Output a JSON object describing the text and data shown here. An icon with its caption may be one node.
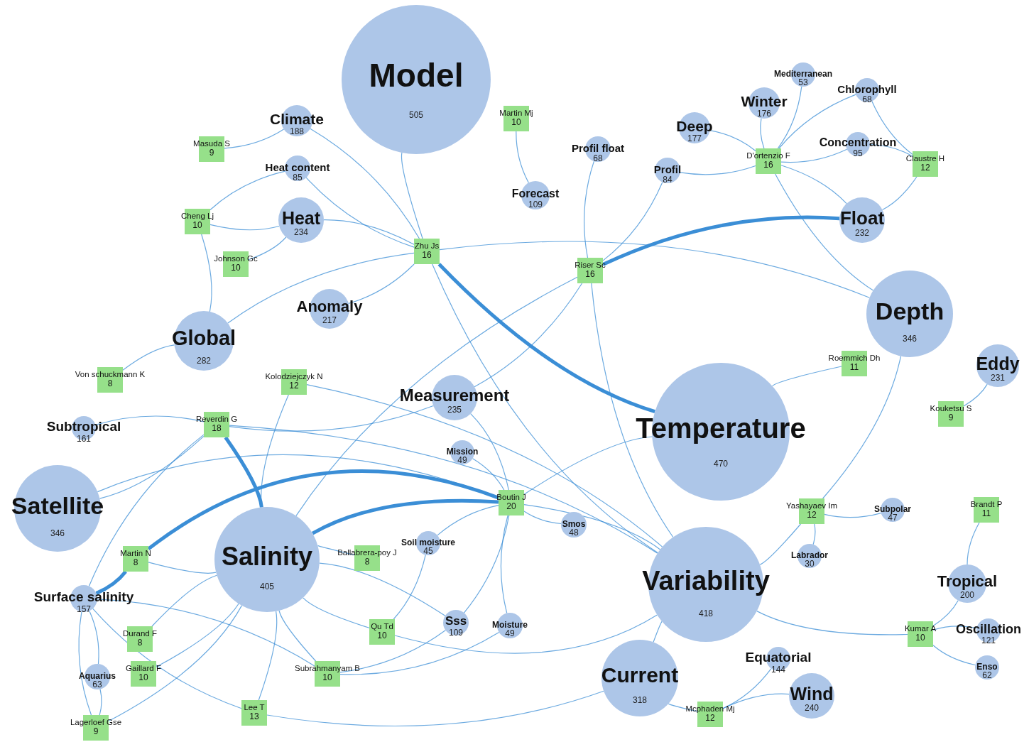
{
  "diagram": {
    "nodes": [
      {
        "text": [
          "Model",
          "505"
        ]
      },
      {
        "text": [
          "Climate",
          "188"
        ]
      },
      {
        "text": [
          "Heat content",
          "85"
        ]
      },
      {
        "text": [
          "Heat",
          "234"
        ]
      },
      {
        "text": [
          "Anomaly",
          "217"
        ]
      },
      {
        "text": [
          "Global",
          "282"
        ]
      },
      {
        "text": [
          "Forecast",
          "109"
        ]
      },
      {
        "text": [
          "Profil float",
          "68"
        ]
      },
      {
        "text": [
          "Profil",
          "84"
        ]
      },
      {
        "text": [
          "Deep",
          "177"
        ]
      },
      {
        "text": [
          "Winter",
          "176"
        ]
      },
      {
        "text": [
          "Mediterranean",
          "53"
        ]
      },
      {
        "text": [
          "Chlorophyll",
          "68"
        ]
      },
      {
        "text": [
          "Concentration",
          "95"
        ]
      },
      {
        "text": [
          "Float",
          "232"
        ]
      },
      {
        "text": [
          "Depth",
          "346"
        ]
      },
      {
        "text": [
          "Eddy",
          "231"
        ]
      },
      {
        "text": [
          "Temperature",
          "470"
        ]
      },
      {
        "text": [
          "Measurement",
          "235"
        ]
      },
      {
        "text": [
          "Mission",
          "49"
        ]
      },
      {
        "text": [
          "Subtropical",
          "161"
        ]
      },
      {
        "text": [
          "Satellite",
          "346"
        ]
      },
      {
        "text": [
          "Salinity",
          "405"
        ]
      },
      {
        "text": [
          "Surface salinity",
          "157"
        ]
      },
      {
        "text": [
          "Aquarius",
          "63"
        ]
      },
      {
        "text": [
          "Soil moisture",
          "45"
        ]
      },
      {
        "text": [
          "Smos",
          "48"
        ]
      },
      {
        "text": [
          "Sss",
          "109"
        ]
      },
      {
        "text": [
          "Moisture",
          "49"
        ]
      },
      {
        "text": [
          "Variability",
          "418"
        ]
      },
      {
        "text": [
          "Subpolar",
          "47"
        ]
      },
      {
        "text": [
          "Labrador",
          "30"
        ]
      },
      {
        "text": [
          "Tropical",
          "200"
        ]
      },
      {
        "text": [
          "Oscillation",
          "121"
        ]
      },
      {
        "text": [
          "Enso",
          "62"
        ]
      },
      {
        "text": [
          "Current",
          "318"
        ]
      },
      {
        "text": [
          "Equatorial",
          "144"
        ]
      },
      {
        "text": [
          "Wind",
          "240"
        ]
      },
      {
        "text": [
          "Masuda S",
          "9"
        ]
      },
      {
        "text": [
          "Martin Mj",
          "10"
        ]
      },
      {
        "text": [
          "Cheng Lj",
          "10"
        ]
      },
      {
        "text": [
          "Johnson Gc",
          "10"
        ]
      },
      {
        "text": [
          "Zhu Js",
          "16"
        ]
      },
      {
        "text": [
          "Riser Sc",
          "16"
        ]
      },
      {
        "text": [
          "D'ortenzio F",
          "16"
        ]
      },
      {
        "text": [
          "Claustre H",
          "12"
        ]
      },
      {
        "text": [
          "Von schuckmann K",
          "8"
        ]
      },
      {
        "text": [
          "Kolodziejczyk N",
          "12"
        ]
      },
      {
        "text": [
          "Reverdin G",
          "18"
        ]
      },
      {
        "text": [
          "Roemmich Dh",
          "11"
        ]
      },
      {
        "text": [
          "Kouketsu S",
          "9"
        ]
      },
      {
        "text": [
          "Boutin J",
          "20"
        ]
      },
      {
        "text": [
          "Yashayaev Im",
          "12"
        ]
      },
      {
        "text": [
          "Brandt P",
          "11"
        ]
      },
      {
        "text": [
          "Martin N",
          "8"
        ]
      },
      {
        "text": [
          "Ballabrera-poy J",
          "8"
        ]
      },
      {
        "text": [
          "Durand F",
          "8"
        ]
      },
      {
        "text": [
          "Gaillard F",
          "10"
        ]
      },
      {
        "text": [
          "Qu Td",
          "10"
        ]
      },
      {
        "text": [
          "Subrahmanyam B",
          "10"
        ]
      },
      {
        "text": [
          "Kumar A",
          "10"
        ]
      },
      {
        "text": [
          "Lee T",
          "13"
        ]
      },
      {
        "text": [
          "Mcphaden Mj",
          "12"
        ]
      },
      {
        "text": [
          "Lagerloef Gse",
          "9"
        ]
      }
    ],
    "edges": [
      {
        "from": 42,
        "to": 0,
        "arrow": "none"
      },
      {
        "from": 42,
        "to": 1,
        "arrow": "none"
      },
      {
        "from": 42,
        "to": 2,
        "arrow": "none"
      },
      {
        "from": 42,
        "to": 3,
        "arrow": "none"
      },
      {
        "from": 42,
        "to": 4,
        "arrow": "none"
      },
      {
        "from": 42,
        "to": 5,
        "arrow": "none"
      },
      {
        "from": 42,
        "to": 15,
        "arrow": "none"
      },
      {
        "from": 42,
        "to": 17,
        "arrow": "none",
        "style": "thick"
      },
      {
        "from": 42,
        "to": 29,
        "arrow": "none"
      },
      {
        "from": 38,
        "to": 1,
        "arrow": "none"
      },
      {
        "from": 40,
        "to": 2,
        "arrow": "none"
      },
      {
        "from": 40,
        "to": 3,
        "arrow": "none"
      },
      {
        "from": 40,
        "to": 5,
        "arrow": "none"
      },
      {
        "from": 41,
        "to": 3,
        "arrow": "none"
      },
      {
        "from": 46,
        "to": 5,
        "arrow": "none"
      },
      {
        "from": 39,
        "to": 6,
        "arrow": "none"
      },
      {
        "from": 43,
        "to": 7,
        "arrow": "none"
      },
      {
        "from": 43,
        "to": 8,
        "arrow": "none"
      },
      {
        "from": 43,
        "to": 14,
        "arrow": "none",
        "style": "thick"
      },
      {
        "from": 43,
        "to": 22,
        "arrow": "none"
      },
      {
        "from": 43,
        "to": 18,
        "arrow": "none"
      },
      {
        "from": 43,
        "to": 29,
        "arrow": "none"
      },
      {
        "from": 44,
        "to": 8,
        "arrow": "none"
      },
      {
        "from": 44,
        "to": 9,
        "arrow": "none"
      },
      {
        "from": 44,
        "to": 10,
        "arrow": "none"
      },
      {
        "from": 44,
        "to": 11,
        "arrow": "none"
      },
      {
        "from": 44,
        "to": 12,
        "arrow": "none"
      },
      {
        "from": 44,
        "to": 13,
        "arrow": "none"
      },
      {
        "from": 44,
        "to": 14,
        "arrow": "none"
      },
      {
        "from": 44,
        "to": 15,
        "arrow": "none"
      },
      {
        "from": 45,
        "to": 12,
        "arrow": "none"
      },
      {
        "from": 45,
        "to": 13,
        "arrow": "none"
      },
      {
        "from": 45,
        "to": 14,
        "arrow": "none"
      },
      {
        "from": 49,
        "to": 17,
        "arrow": "none"
      },
      {
        "from": 15,
        "to": 52,
        "arrow": "none"
      },
      {
        "from": 50,
        "to": 16,
        "arrow": "none"
      },
      {
        "from": 52,
        "to": 29,
        "arrow": "none"
      },
      {
        "from": 52,
        "to": 30,
        "arrow": "none"
      },
      {
        "from": 52,
        "to": 31,
        "arrow": "none"
      },
      {
        "from": 53,
        "to": 32,
        "arrow": "none"
      },
      {
        "from": 60,
        "to": 29,
        "arrow": "none"
      },
      {
        "from": 60,
        "to": 32,
        "arrow": "none"
      },
      {
        "from": 60,
        "to": 33,
        "arrow": "none"
      },
      {
        "from": 60,
        "to": 34,
        "arrow": "none"
      },
      {
        "from": 62,
        "to": 35,
        "arrow": "none"
      },
      {
        "from": 62,
        "to": 36,
        "arrow": "none"
      },
      {
        "from": 62,
        "to": 37,
        "arrow": "none"
      },
      {
        "from": 61,
        "to": 35,
        "arrow": "none"
      },
      {
        "from": 35,
        "to": 29,
        "arrow": "none"
      },
      {
        "from": 58,
        "to": 29,
        "arrow": "none"
      },
      {
        "from": 51,
        "to": 18,
        "arrow": "none"
      },
      {
        "from": 51,
        "to": 19,
        "arrow": "none"
      },
      {
        "from": 51,
        "to": 17,
        "arrow": "none"
      },
      {
        "from": 51,
        "to": 26,
        "arrow": "none"
      },
      {
        "from": 51,
        "to": 29,
        "arrow": "none"
      },
      {
        "from": 51,
        "to": 25,
        "arrow": "none"
      },
      {
        "from": 51,
        "to": 27,
        "arrow": "none"
      },
      {
        "from": 51,
        "to": 28,
        "arrow": "none"
      },
      {
        "from": 51,
        "to": 22,
        "arrow": "none",
        "style": "thick"
      },
      {
        "from": 51,
        "to": 54,
        "arrow": "none",
        "style": "thick"
      },
      {
        "from": 51,
        "to": 21,
        "arrow": "none"
      },
      {
        "from": 47,
        "to": 22,
        "arrow": "none"
      },
      {
        "from": 47,
        "to": 29,
        "arrow": "none"
      },
      {
        "from": 48,
        "to": 20,
        "arrow": "none"
      },
      {
        "from": 48,
        "to": 21,
        "arrow": "none"
      },
      {
        "from": 48,
        "to": 18,
        "arrow": "none"
      },
      {
        "from": 48,
        "to": 22,
        "arrow": "none",
        "style": "thick"
      },
      {
        "from": 48,
        "to": 23,
        "arrow": "none"
      },
      {
        "from": 48,
        "to": 29,
        "arrow": "none"
      },
      {
        "from": 23,
        "to": 54,
        "arrow": "none",
        "style": "thick"
      },
      {
        "from": 23,
        "to": 59,
        "arrow": "none"
      },
      {
        "from": 23,
        "to": 61,
        "arrow": "none"
      },
      {
        "from": 23,
        "to": 24,
        "arrow": "none"
      },
      {
        "from": 23,
        "to": 63,
        "arrow": "none"
      },
      {
        "from": 24,
        "to": 63,
        "arrow": "none"
      },
      {
        "from": 54,
        "to": 22,
        "arrow": "none"
      },
      {
        "from": 56,
        "to": 22,
        "arrow": "none"
      },
      {
        "from": 57,
        "to": 22,
        "arrow": "none"
      },
      {
        "from": 63,
        "to": 22,
        "arrow": "none"
      },
      {
        "from": 61,
        "to": 22,
        "arrow": "none"
      },
      {
        "from": 59,
        "to": 22,
        "arrow": "none"
      },
      {
        "from": 55,
        "to": 22,
        "arrow": "none"
      },
      {
        "from": 58,
        "to": 22,
        "arrow": "none"
      },
      {
        "from": 27,
        "to": 22,
        "arrow": "none"
      },
      {
        "from": 25,
        "to": 58,
        "arrow": "none"
      },
      {
        "from": 59,
        "to": 27,
        "arrow": "none"
      },
      {
        "from": 59,
        "to": 28,
        "arrow": "none"
      }
    ]
  }
}
